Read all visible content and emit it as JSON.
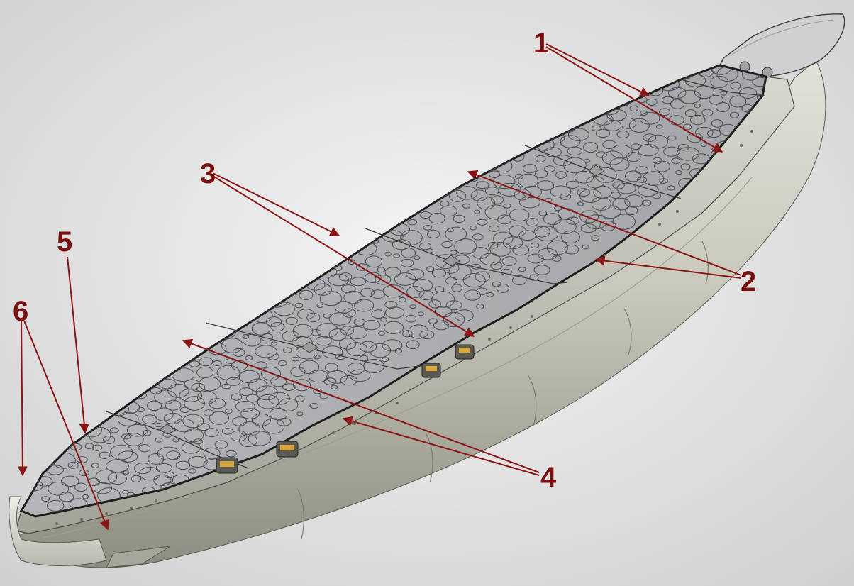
{
  "callouts": [
    {
      "id": "1",
      "label": "1"
    },
    {
      "id": "2",
      "label": "2"
    },
    {
      "id": "3",
      "label": "3"
    },
    {
      "id": "4",
      "label": "4"
    },
    {
      "id": "5",
      "label": "5"
    },
    {
      "id": "6",
      "label": "6"
    }
  ],
  "colors": {
    "background": "#e6e6e6",
    "deck_panel": "#a9abae",
    "hull": "#c9c8bc",
    "hull_shadow": "#8e8d82",
    "arrow": "#8b1414",
    "label": "#7a0f0f"
  }
}
